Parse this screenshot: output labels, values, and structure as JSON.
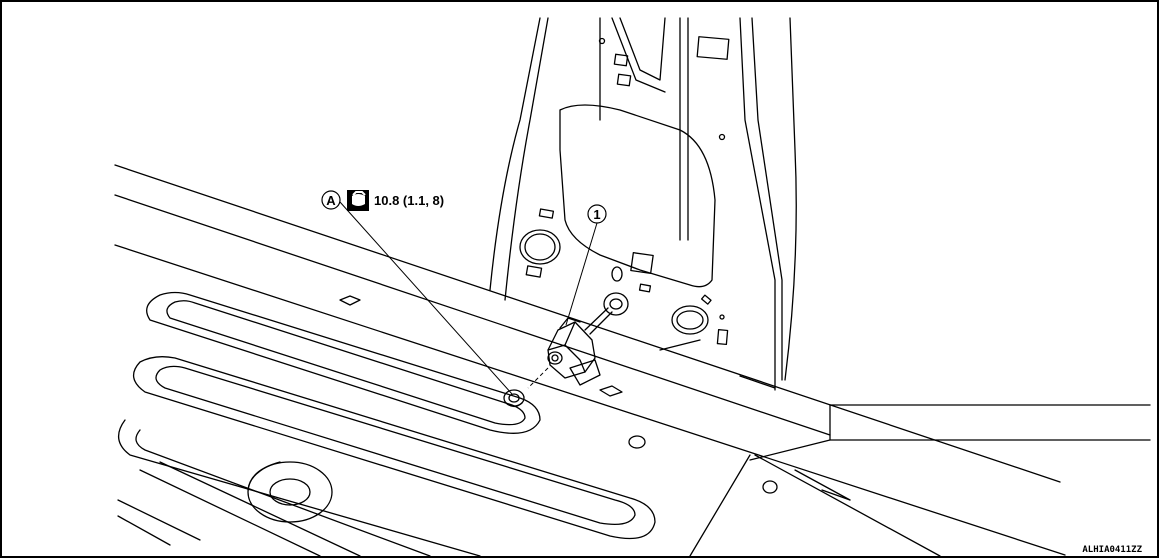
{
  "callouts": {
    "a_letter": "A",
    "torque_value": "10.8 (1.1, 8)",
    "item_number": "1",
    "torque_icon": "torque-wrench-icon"
  },
  "figure_code": "ALHIA0411ZZ"
}
